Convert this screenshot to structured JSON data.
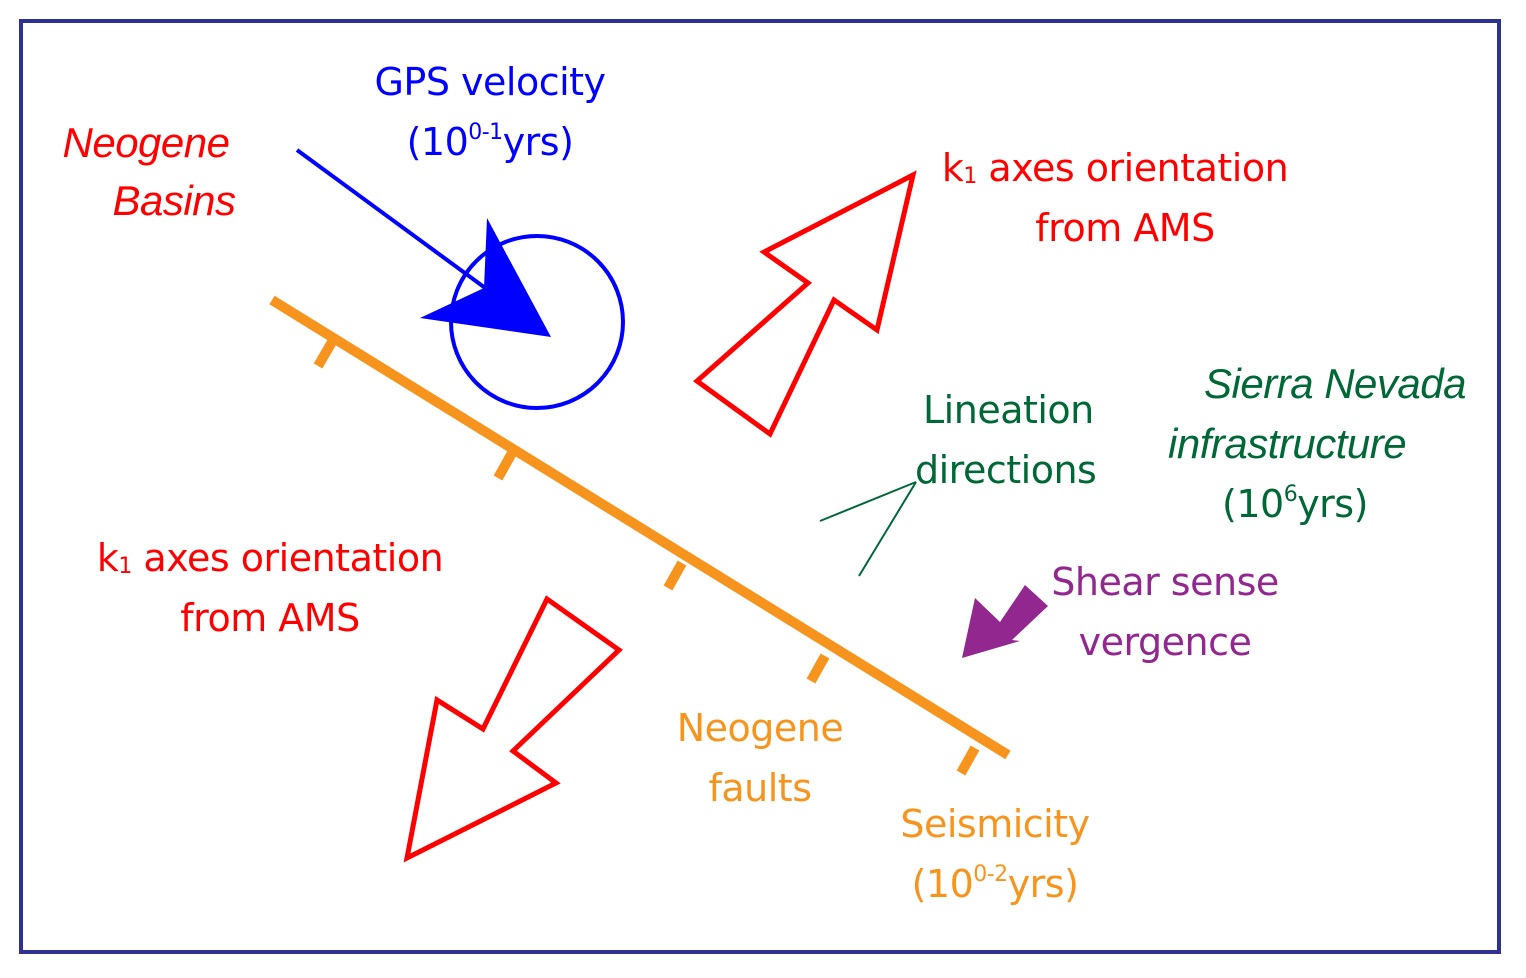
{
  "colors": {
    "frame": "#2e3192",
    "gps": "#0000ff",
    "ams": "#ff0000",
    "basins": "#ff0000",
    "faults": "#f7941d",
    "lineation": "#006837",
    "sierra": "#006837",
    "shear": "#92278f"
  },
  "labels": {
    "neogene_basins": {
      "line1": "Neogene",
      "line2": "Basins"
    },
    "gps_velocity": {
      "line1": "GPS velocity",
      "open": "(10",
      "exp": "0-1",
      "close": "yrs)"
    },
    "k1_upper": {
      "k": "k",
      "sub": "1",
      "line1_rest": " axes orientation",
      "line2": "from AMS"
    },
    "k1_lower": {
      "k": "k",
      "sub": "1",
      "line1_rest": " axes orientation",
      "line2": "from AMS"
    },
    "lineation": {
      "line1": "Lineation",
      "line2": "directions"
    },
    "sierra_nevada": {
      "line1": "Sierra Nevada",
      "line2": "infrastructure",
      "open": "(10",
      "exp": "6",
      "close": "yrs)"
    },
    "shear_sense": {
      "line1": "Shear sense",
      "line2": "vergence"
    },
    "neogene_faults": {
      "line1": "Neogene",
      "line2": "faults"
    },
    "seismicity": {
      "line1": "Seismicity",
      "open": "(10",
      "exp": "0-2",
      "close": "yrs)"
    }
  }
}
